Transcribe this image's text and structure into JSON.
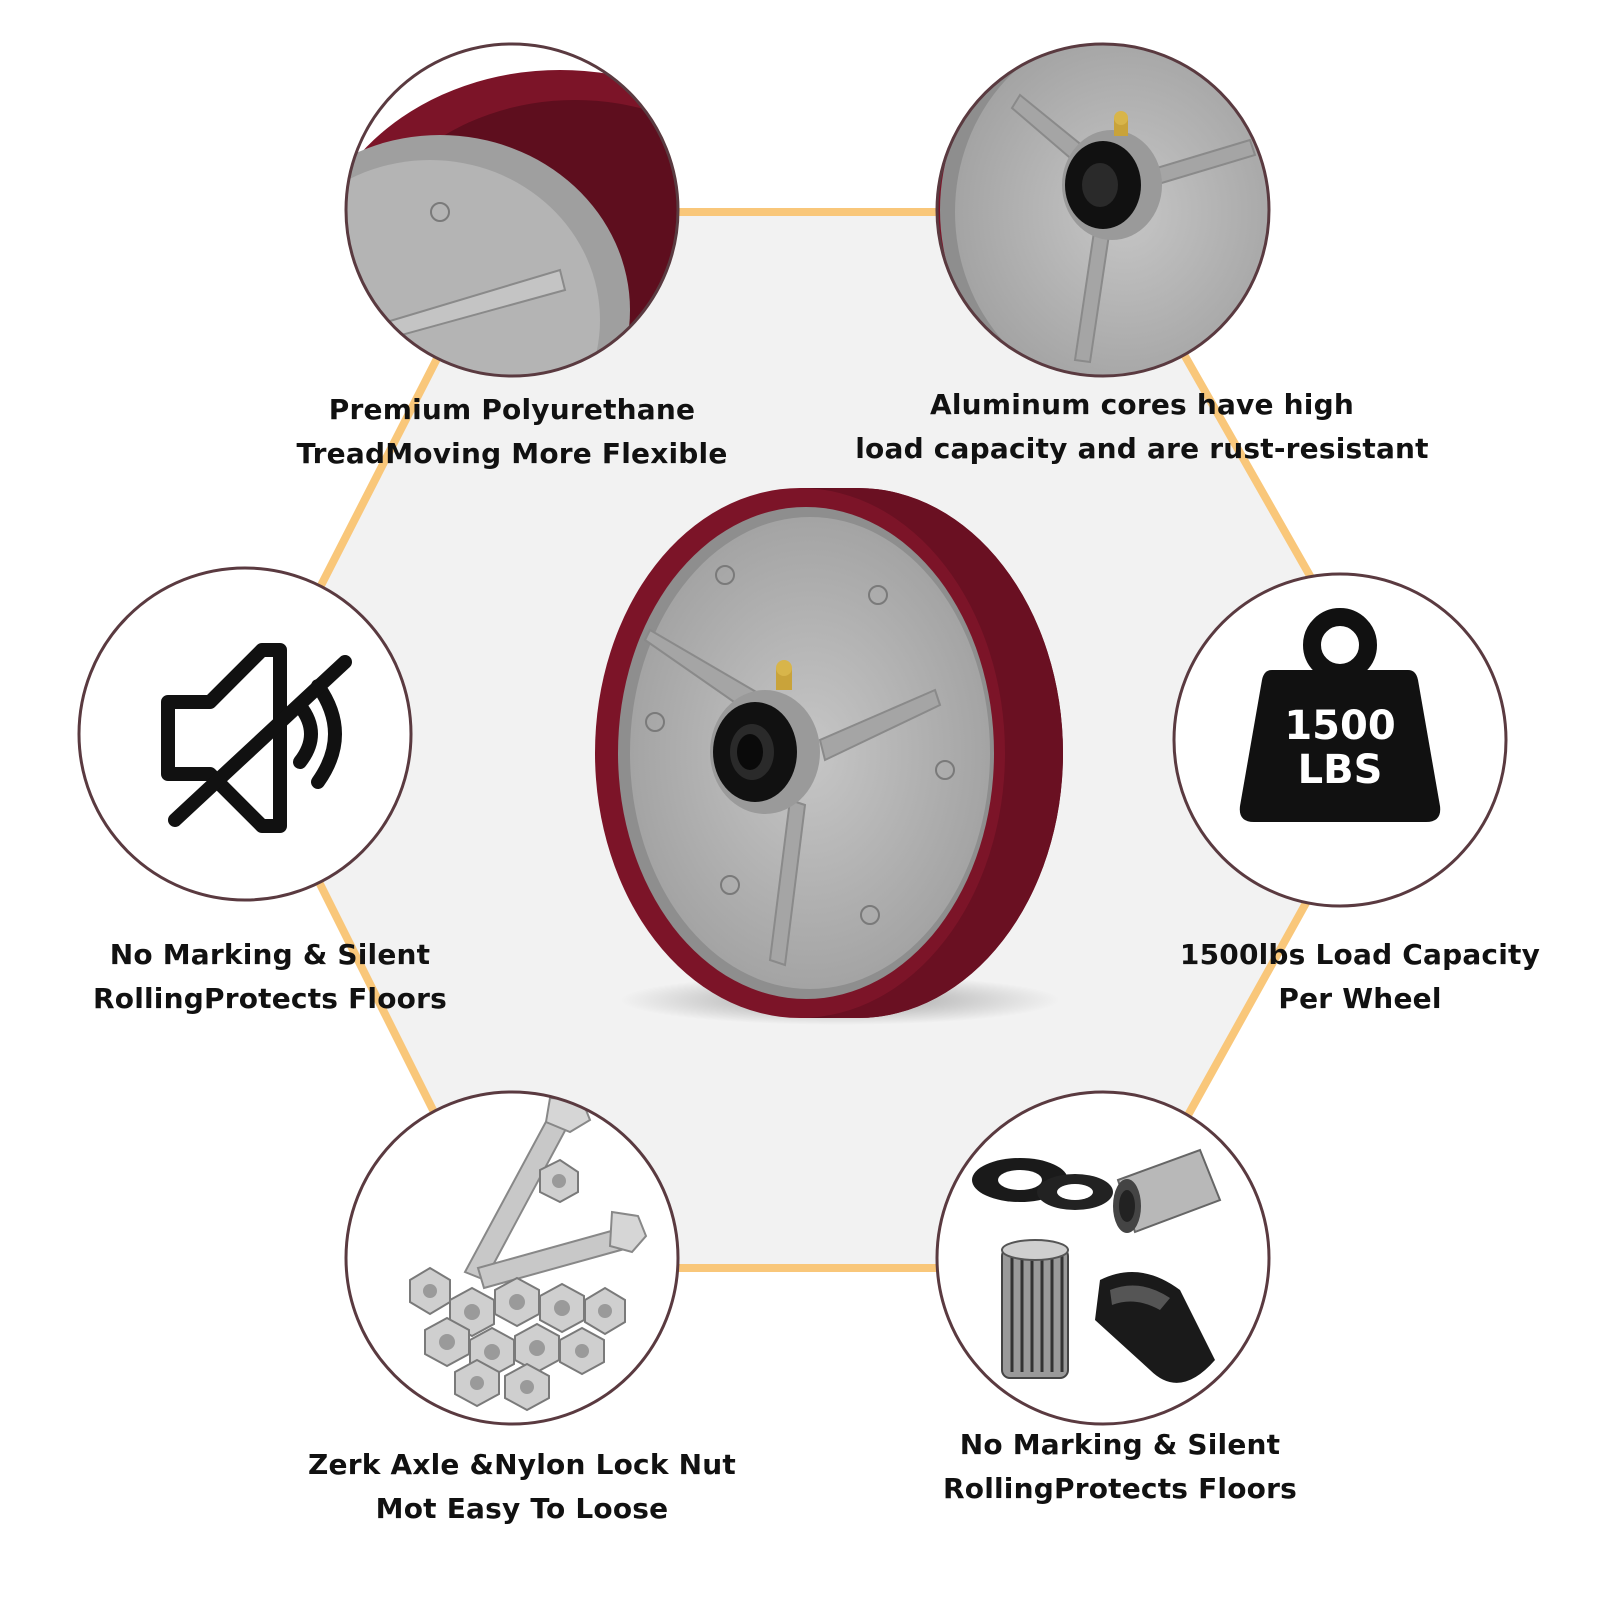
{
  "colors": {
    "background": "#ffffff",
    "hexagon_fill": "#f2f2f2",
    "hexagon_border": "#f9c77a",
    "circle_border": "#5a3a40",
    "tread": "#7c1428",
    "tread_dark": "#5a0c1c",
    "core": "#b8b8b8",
    "core_dark": "#8e8e8e",
    "hub": "#111111",
    "zerk": "#c9a33a"
  },
  "features": {
    "tread": {
      "icon": "polyurethane-tread-closeup",
      "line1": "Premium Polyurethane",
      "line2": "TreadMoving More Flexible"
    },
    "core": {
      "icon": "aluminum-core-closeup",
      "line1": "Aluminum cores have high",
      "line2": "load capacity and are rust-resistant"
    },
    "silent": {
      "icon": "mute-speaker-icon",
      "line1": "No Marking & Silent",
      "line2": "RollingProtects Floors"
    },
    "capacity": {
      "icon": "weight-icon",
      "badge_line1": "1500",
      "badge_line2": "LBS",
      "line1": "1500lbs Load Capacity",
      "line2": "Per Wheel"
    },
    "hardware": {
      "icon": "bolts-and-nuts-photo",
      "line1": "Zerk Axle &Nylon Lock Nut",
      "line2": "Mot Easy To Loose"
    },
    "bearings": {
      "icon": "bearings-and-spacers-photo",
      "line1": "No Marking & Silent",
      "line2": "RollingProtects Floors"
    }
  },
  "center_product": {
    "icon": "caster-wheel-photo"
  }
}
